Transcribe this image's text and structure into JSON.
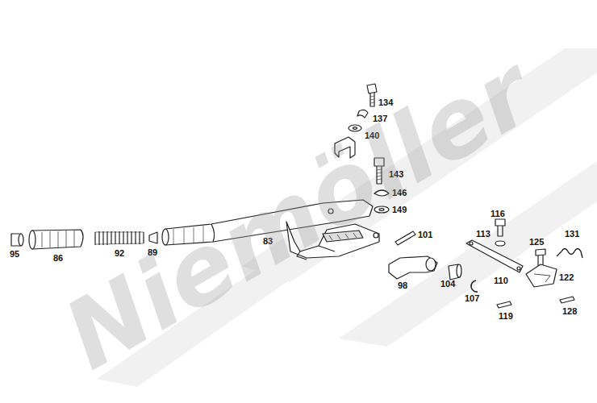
{
  "diagram": {
    "labels": [
      "134",
      "137",
      "140",
      "143",
      "146",
      "149",
      "116",
      "131",
      "113",
      "125",
      "101",
      "95",
      "86",
      "92",
      "89",
      "83",
      "98",
      "104",
      "110",
      "122",
      "107",
      "119",
      "128",
      "Niemöller"
    ]
  }
}
